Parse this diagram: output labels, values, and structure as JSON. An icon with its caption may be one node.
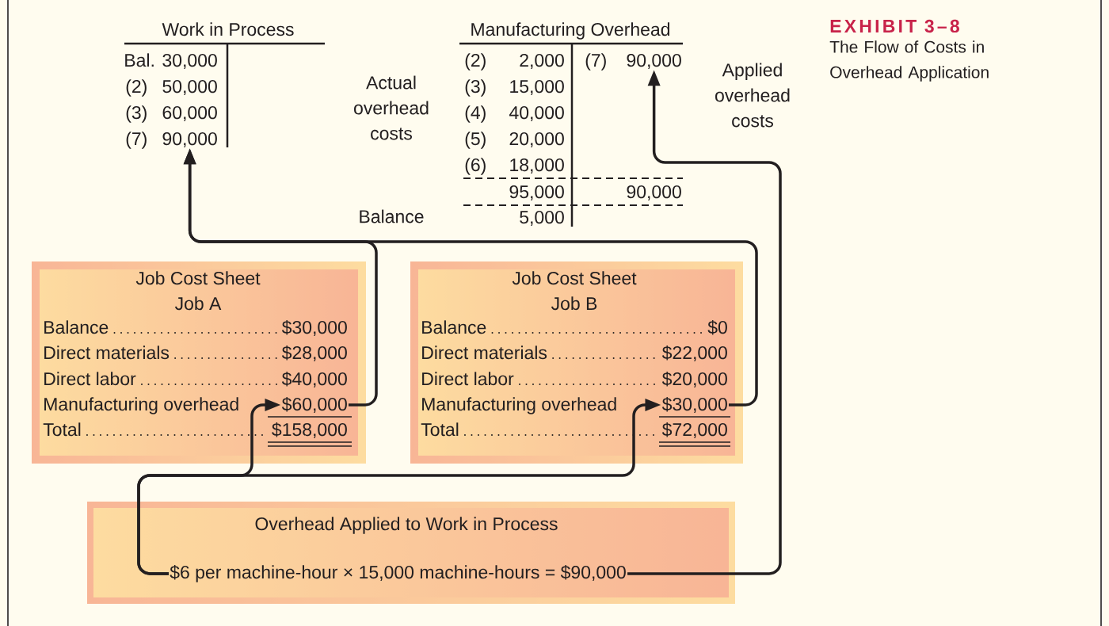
{
  "diagram": {
    "title": "EXHIBIT 3–8",
    "caption": "The Flow of Costs in Overhead Application",
    "nodes": [
      {
        "text": [
          "Work in Process",
          "Bal. 30,000",
          "(2)",
          "50,000",
          "(3)",
          "60,000",
          "(7)"
        ]
      },
      {
        "text": [
          "90,000"
        ],
        "in": 0
      },
      {
        "text": [
          "Manufacturing Overhead",
          "(2)",
          "2,000",
          "(7)",
          "(3)",
          "15,000",
          "(4)",
          "40,000",
          "(5)",
          "20,000",
          "(6)",
          "18,000",
          "95,000",
          "90,000",
          "5,000"
        ]
      },
      {
        "text": [
          "90,000"
        ],
        "in": 2
      },
      {
        "text": [
          "Job Cost Sheet",
          "Job A",
          "Balance",
          "$30,000",
          "Direct materials",
          "$28,000",
          "Direct labor",
          "$40,000",
          "Manufacturing overhead",
          "Total",
          "$158,000"
        ]
      },
      {
        "text": [
          "$60,000"
        ],
        "in": 4
      },
      {
        "text": [
          "Job Cost Sheet",
          "Job B",
          "Balance",
          "$0",
          "Direct materials",
          "$22,000",
          "Direct labor",
          "$20,000",
          "Manufacturing overhead",
          "Total",
          "$72,000"
        ]
      },
      {
        "text": [
          "$30,000"
        ],
        "in": 6
      },
      {
        "text": [
          "Overhead Applied to Work in Process"
        ]
      },
      {
        "text": [
          "$6 per machine-hour × 15,000 machine-hours = $90,000"
        ],
        "in": 8
      }
    ],
    "edges": [
      {
        "from": 5,
        "to": 1,
        "arrow": "to"
      },
      {
        "from": 7,
        "to": 1,
        "arrow": "to"
      },
      {
        "from": 9,
        "to": 5,
        "arrow": "to"
      },
      {
        "from": 9,
        "to": 7,
        "arrow": "to"
      },
      {
        "from": 9,
        "to": 3,
        "arrow": "to"
      }
    ],
    "labels": [
      "Actual overhead costs",
      "Applied overhead costs",
      "Balance"
    ]
  }
}
